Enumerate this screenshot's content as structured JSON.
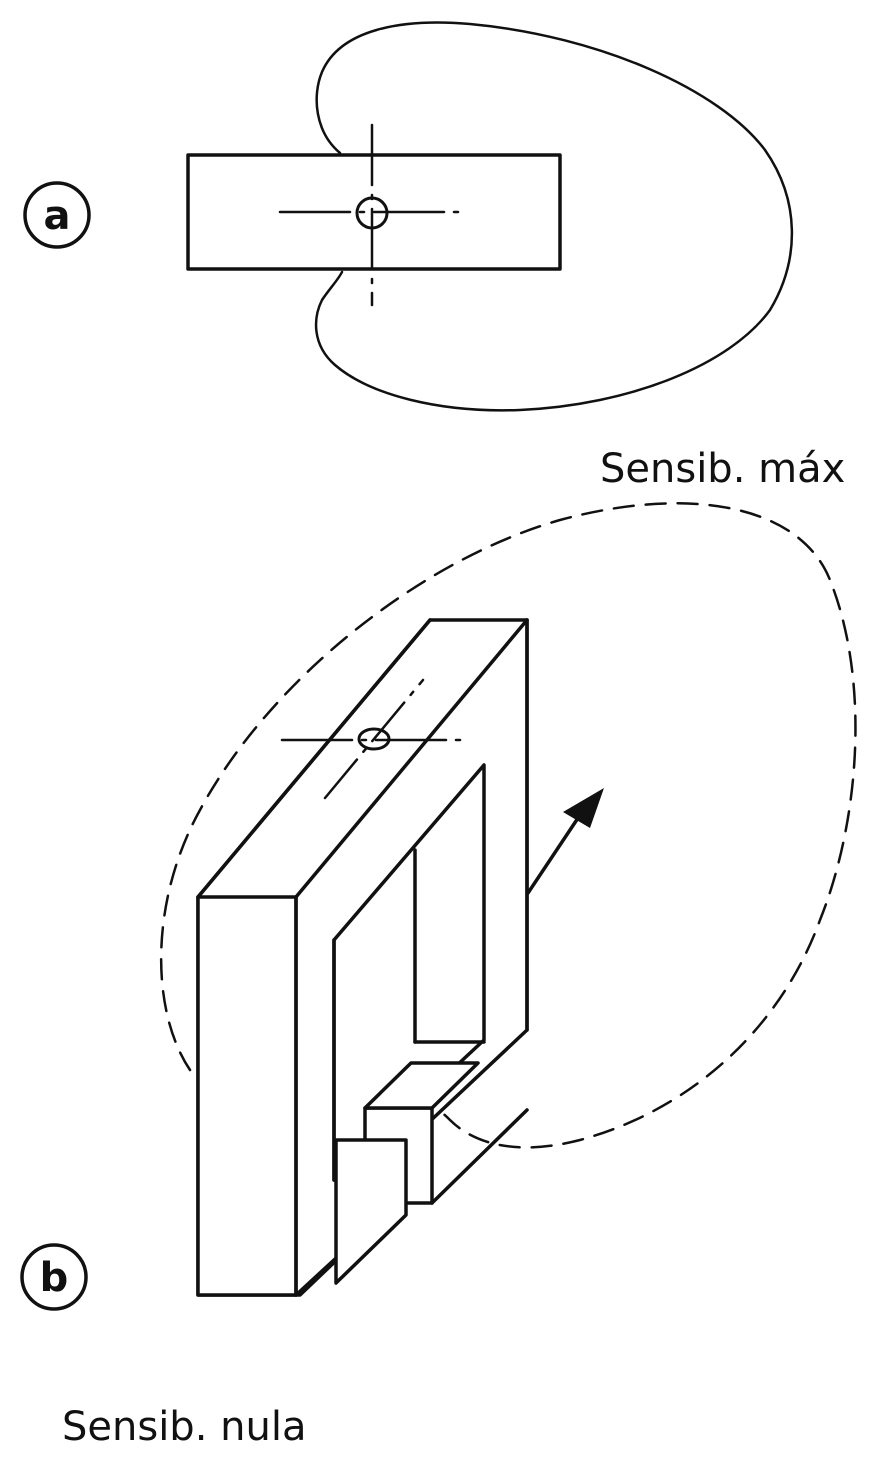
{
  "figure": {
    "part_a_label": "a",
    "part_b_label": "b",
    "max_sensitivity_label": "Sensib. máx",
    "null_sensitivity_label": "Sensib. nula"
  },
  "colors": {
    "ink": "#111111",
    "paper": "#ffffff"
  }
}
